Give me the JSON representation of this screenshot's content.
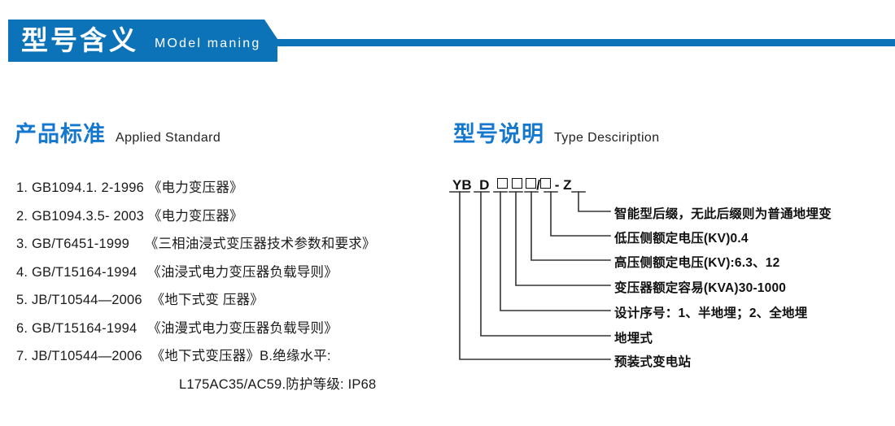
{
  "banner": {
    "title": "型号含义",
    "subtitle": "MOdel maning",
    "color": "#0d73b8"
  },
  "sections": {
    "standard": {
      "cn": "产品标准",
      "en": "Applied Standard"
    },
    "type": {
      "cn": "型号说明",
      "en": "Type Desciription"
    },
    "heading_color": "#1578ce"
  },
  "standards": {
    "items": [
      {
        "index": "1.",
        "code": "GB1094.1. 2-1996",
        "title": "《电力变压器》"
      },
      {
        "index": "2.",
        "code": "GB1094.3.5- 2003",
        "title": "《电力变压器》"
      },
      {
        "index": "3.",
        "code": "GB/T6451-1999",
        "title": "《三相油浸式变压器技术参数和要求》"
      },
      {
        "index": "4.",
        "code": "GB/T15164-1994",
        "title": "《油浸式电力变压器负载导则》"
      },
      {
        "index": "5.",
        "code": "JB/T10544—2006",
        "title": "《地下式变 压器》"
      },
      {
        "index": "6.",
        "code": "GB/T15164-1994",
        "title": "《油漫式电力变压器负载导则》"
      },
      {
        "index": "7.",
        "code": "JB/T10544—2006",
        "title": "《地下式变压器》B.绝缘水平:"
      }
    ],
    "continuation": "L175AC35/AC59.防护等级: IP68"
  },
  "type_diagram": {
    "code_segments": [
      "YB",
      "D",
      "□",
      "□",
      "□",
      "/",
      "□",
      "-",
      "Z"
    ],
    "code_display": "YB D □□□/□ - Z",
    "labels": [
      "智能型后缀，无此后缀则为普通地埋变",
      "低压侧额定电压(KV)0.4",
      "高压侧额定电压(KV):6.3、12",
      "变压器额定容易(KVA)30-1000",
      "设计序号：1、半地埋；2、全地埋",
      "地埋式",
      "预装式变电站"
    ]
  }
}
